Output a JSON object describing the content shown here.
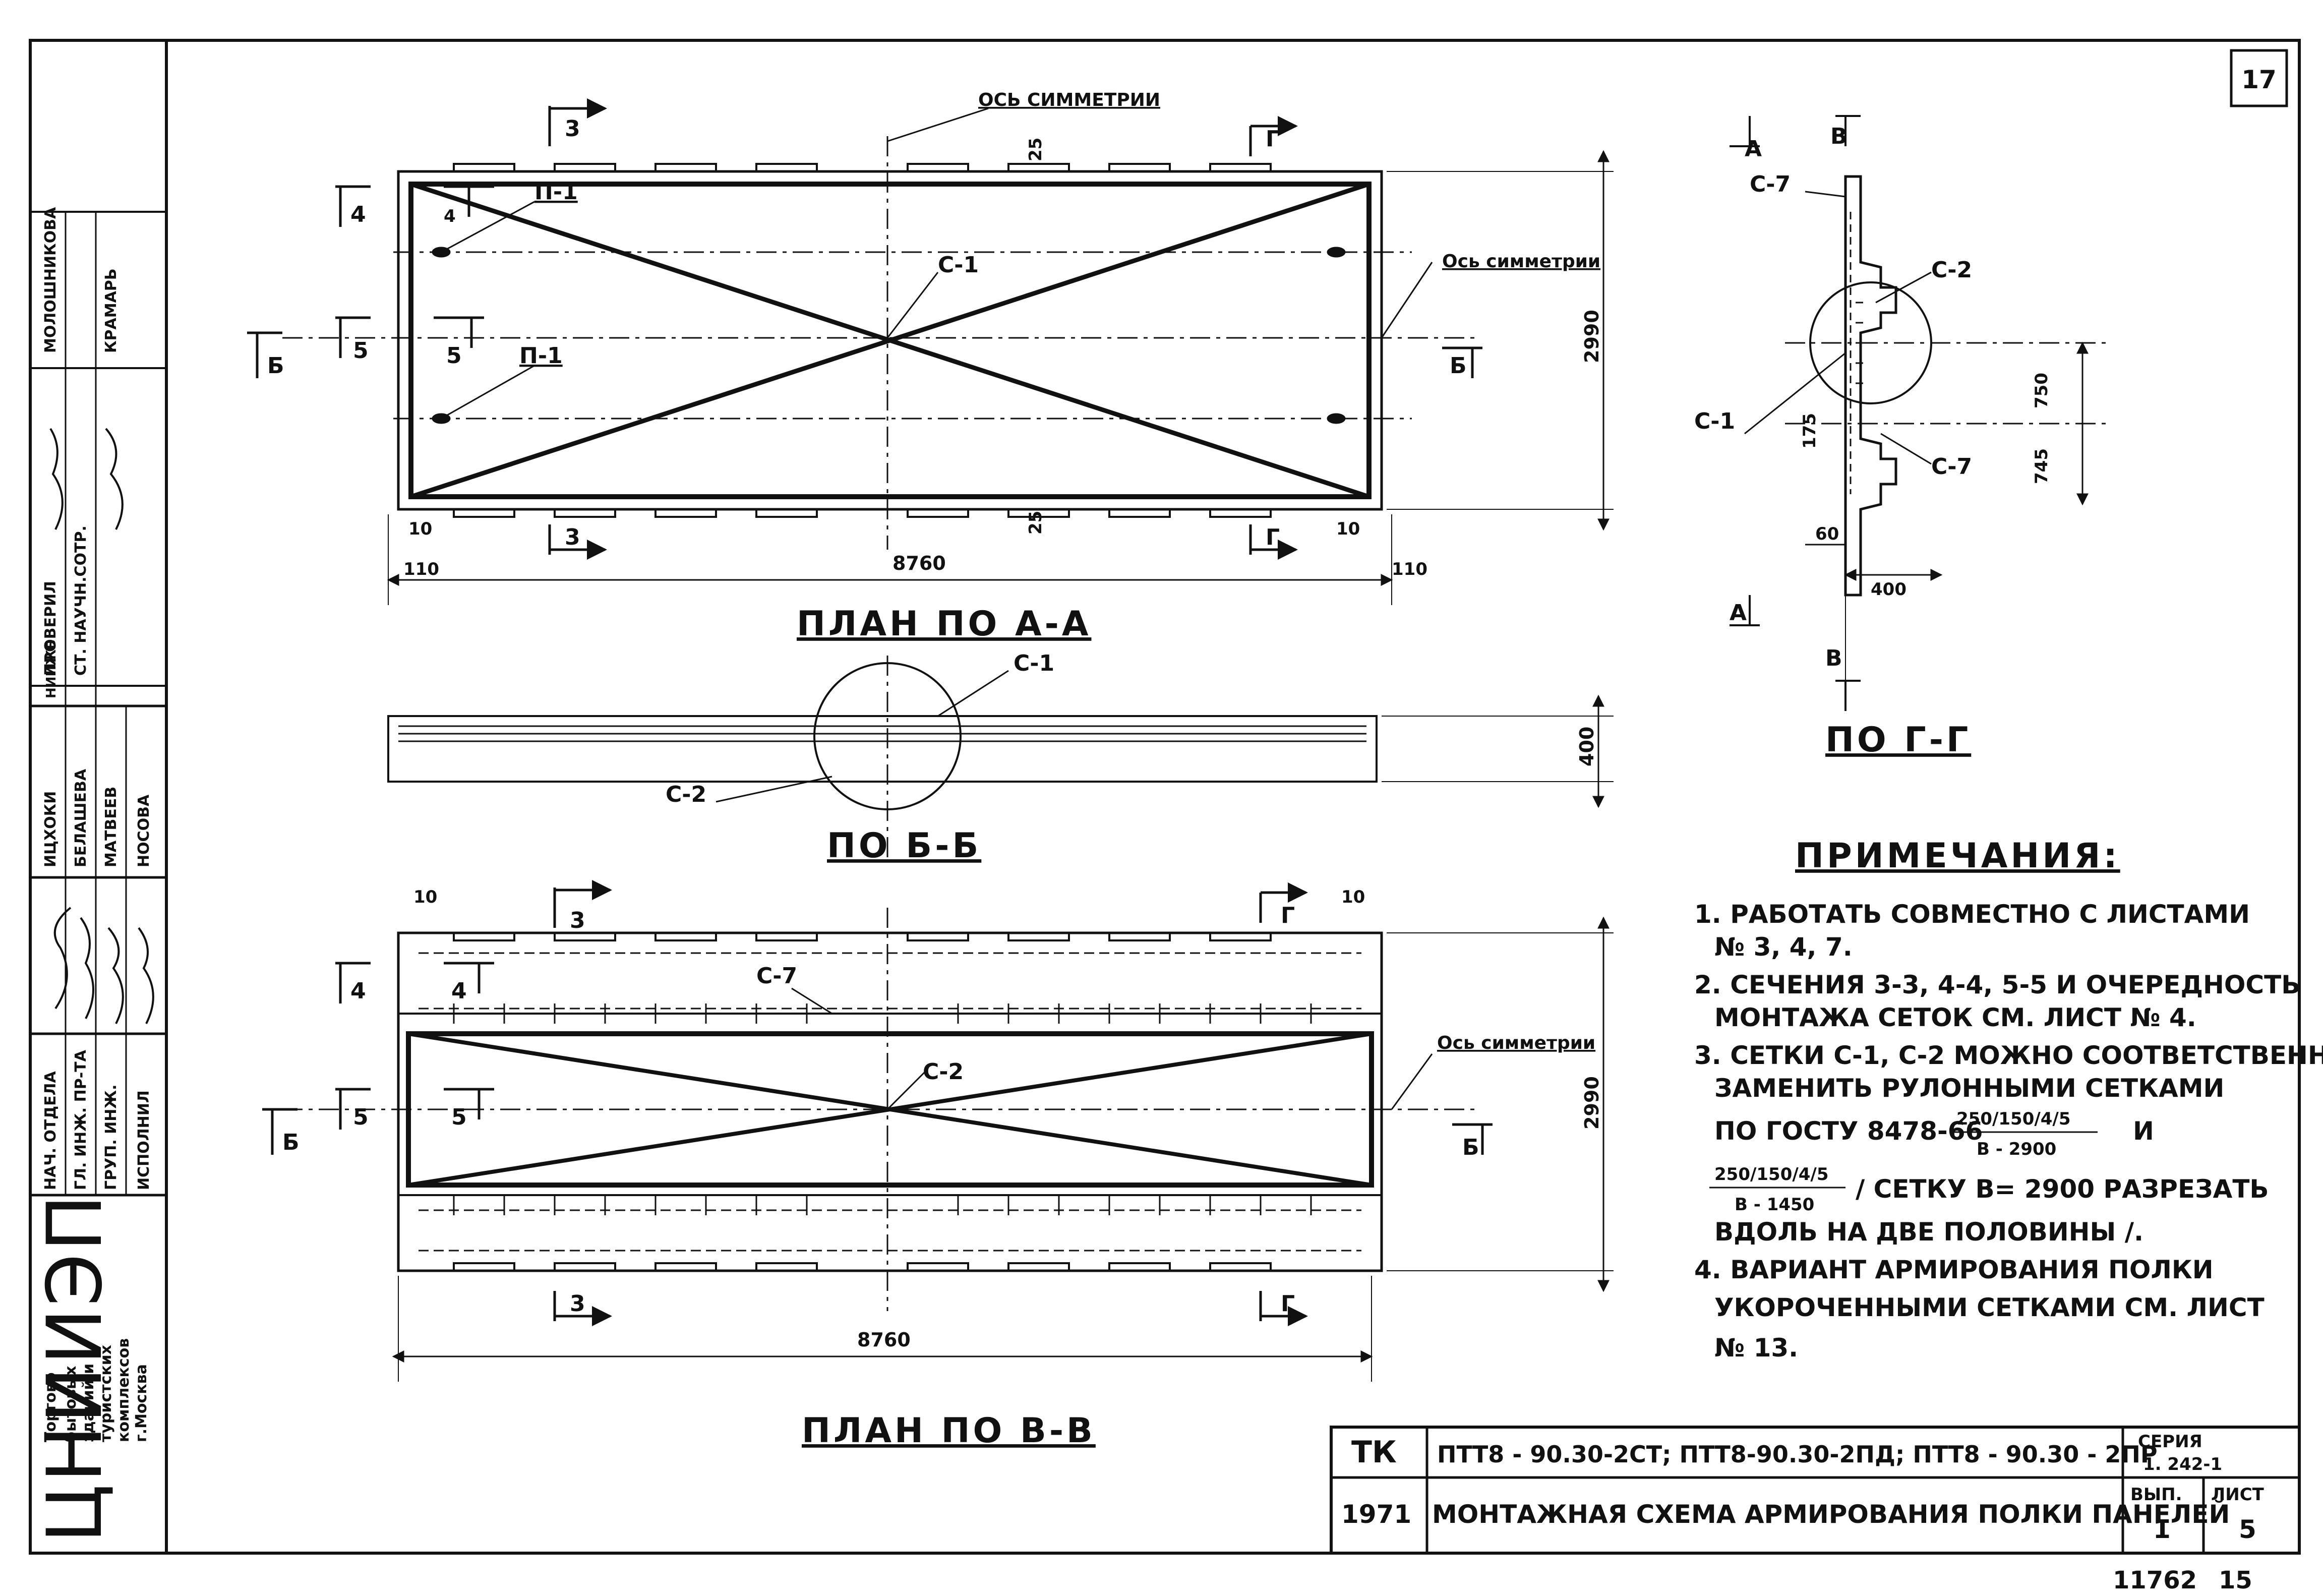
{
  "sheet_number": "17",
  "bottom_numbers": {
    "archive": "11762",
    "page": "15"
  },
  "stamp_org": {
    "logo": "ЦНИИЭП",
    "lines": [
      "Торгово",
      "бытовых",
      "зданий и",
      "туристских",
      "комплексов",
      "г.Москва"
    ]
  },
  "stamp_rows": [
    {
      "role": "ИСПОЛНИЛ",
      "name": "НОСОВА"
    },
    {
      "role": "ГРУП. ИНЖ.",
      "name": "МАТВЕЕВ"
    },
    {
      "role": "ГЛ. ИНЖ. ПР-ТА",
      "name": "БЕЛАШЕВА"
    },
    {
      "role": "НАЧ. ОТДЕЛА",
      "name": "ИЦХОКИ"
    }
  ],
  "stamp_checked": {
    "header": "ПРОВЕРИЛ",
    "org": "НИИЖБ",
    "role": "СТ. НАУЧН.СОТР.",
    "names": [
      "КРАМАРЬ",
      "МОЛОШНИКОВА"
    ]
  },
  "labels": {
    "axis_sym": "ОСЬ СИММЕТРИИ",
    "axis_sym2": "Ось симметрии",
    "axis_sym3": "Ось симметрии",
    "plan_aa": "ПЛАН ПО А-А",
    "section_bb": "ПО Б-Б",
    "plan_vv": "ПЛАН ПО В-В",
    "section_gg": "ПО Г-Г"
  },
  "marks": {
    "c1": "С-1",
    "c2": "С-2",
    "c7": "С-7",
    "p1": "П-1",
    "s3": "3",
    "s4": "4",
    "s5": "5",
    "sG": "Г",
    "sB": "Б",
    "sA": "А",
    "sV": "В"
  },
  "dims": {
    "d8760": "8760",
    "d2990": "2990",
    "d25": "25",
    "d10": "10",
    "d110": "110",
    "d400": "400",
    "d750": "750",
    "d745": "745",
    "d175": "175",
    "d60": "60"
  },
  "notes": {
    "title": "ПРИМЕЧАНИЯ:",
    "n1a": "1. РАБОТАТЬ СОВМЕСТНО С ЛИСТАМИ",
    "n1b": "№ 3, 4, 7.",
    "n2a": "2. СЕЧЕНИЯ 3-3, 4-4, 5-5 И ОЧЕРЕДНОСТЬ",
    "n2b": "МОНТАЖА СЕТОК СМ. ЛИСТ № 4.",
    "n3a": "3. СЕТКИ С-1, С-2 МОЖНО СООТВЕТСТВЕННО",
    "n3b": "ЗАМЕНИТЬ РУЛОННЫМИ СЕТКАМИ",
    "n3c": "ПО ГОСТУ 8478-66",
    "frac1_num": "250/150/4/5",
    "frac1_den": "В - 2900",
    "and": "И",
    "frac2_num": "250/150/4/5",
    "frac2_den": "В - 1450",
    "n3d": "/ СЕТКУ В= 2900 РАЗРЕЗАТЬ",
    "n3e": "ВДОЛЬ НА ДВЕ ПОЛОВИНЫ /.",
    "n4a": "4. ВАРИАНТ АРМИРОВАНИЯ ПОЛКИ",
    "n4b": "УКОРОЧЕННЫМИ СЕТКАМИ СМ. ЛИСТ",
    "n4c": "№ 13."
  },
  "title_block": {
    "code": "ТК",
    "panels": "ПТТ8 - 90.30-2СТ; ПТТ8-90.30-2ПД; ПТТ8 - 90.30 - 2ПР",
    "series_label": "СЕРИЯ",
    "series_value": "1. 242-1",
    "year": "1971",
    "title": "МОНТАЖНАЯ СХЕМА АРМИРОВАНИЯ ПОЛКИ ПАНЕЛЕЙ",
    "issue_label": "ВЫП.",
    "issue_value": "1",
    "sheet_label": "ЛИСТ",
    "sheet_value": "5"
  }
}
